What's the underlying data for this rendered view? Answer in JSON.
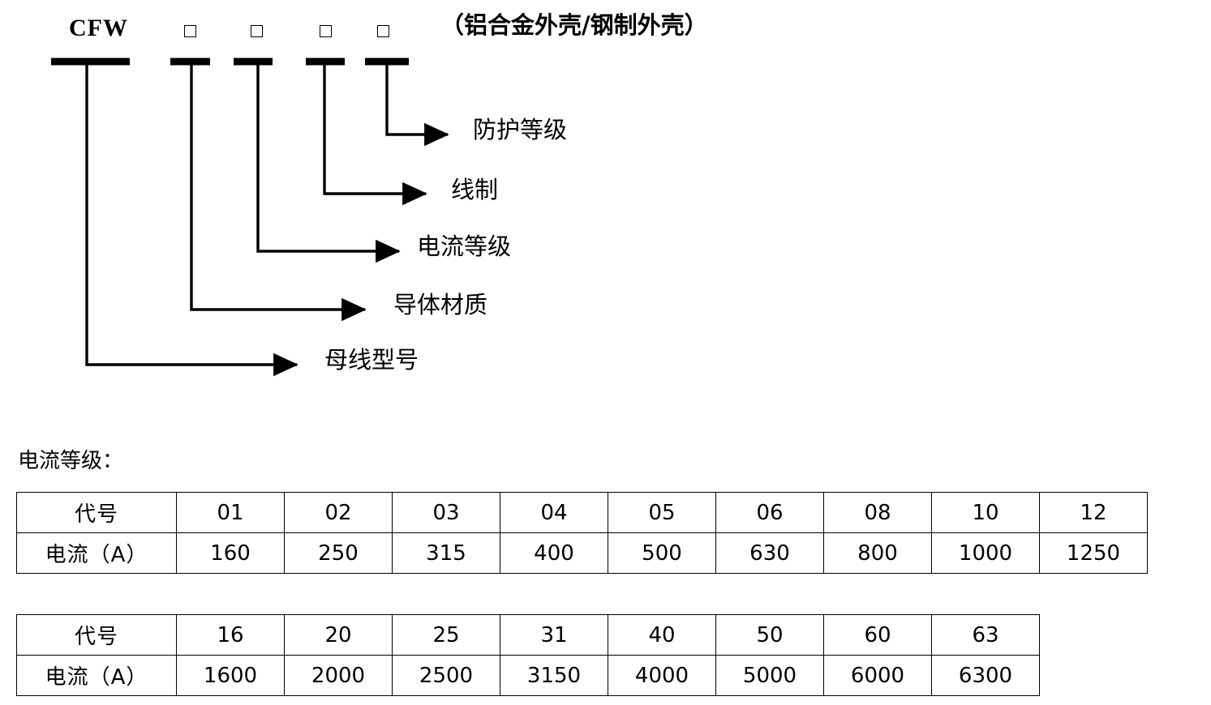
{
  "designation": {
    "prefix": "CFW",
    "placeholder_boxes": [
      "□",
      "□",
      "□",
      "□"
    ],
    "enclosure_note": "（铝合金外壳/钢制外壳）",
    "leaders": [
      {
        "key": "protection",
        "label": "防护等级"
      },
      {
        "key": "wiring",
        "label": "线制"
      },
      {
        "key": "current",
        "label": "电流等级"
      },
      {
        "key": "conductor",
        "label": "导体材质"
      },
      {
        "key": "busway",
        "label": "母线型号"
      }
    ]
  },
  "current_rating": {
    "caption": "电流等级：",
    "row_labels": {
      "code": "代号",
      "current": "电流（A）"
    },
    "table_1": {
      "codes": [
        "01",
        "02",
        "03",
        "04",
        "05",
        "06",
        "08",
        "10",
        "12"
      ],
      "currents": [
        "160",
        "250",
        "315",
        "400",
        "500",
        "630",
        "800",
        "1000",
        "1250"
      ]
    },
    "table_2": {
      "codes": [
        "16",
        "20",
        "25",
        "31",
        "40",
        "50",
        "60",
        "63"
      ],
      "currents": [
        "1600",
        "2000",
        "2500",
        "3150",
        "4000",
        "5000",
        "6000",
        "6300"
      ]
    }
  },
  "colors": {
    "ink": "#000000",
    "paper": "#ffffff"
  }
}
